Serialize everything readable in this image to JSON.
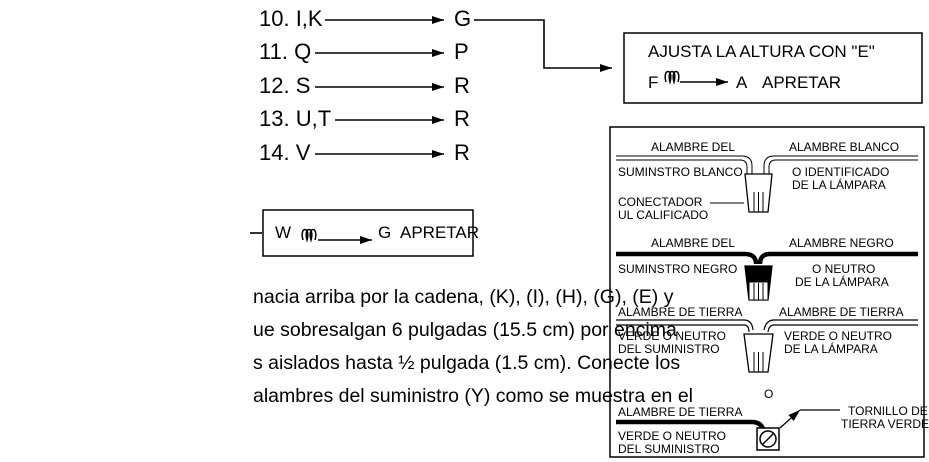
{
  "steps": [
    {
      "left": "10. I,K",
      "right": "G"
    },
    {
      "left": "11. Q",
      "right": "P"
    },
    {
      "left": "12. S",
      "right": "R"
    },
    {
      "left": "13. U,T",
      "right": "R"
    },
    {
      "left": "14. V",
      "right": "R"
    }
  ],
  "w_box": {
    "from": "W",
    "to": "G",
    "action": "APRETAR"
  },
  "height_box": {
    "line1": "AJUSTA LA ALTURA CON \"E\"",
    "from": "F",
    "to": "A",
    "action": "APRETAR"
  },
  "paragraph": [
    "nacia arriba por la cadena, (K), (I), (H), (G), (E) y",
    "ue sobresalgan 6 pulgadas (15.5 cm) por encima",
    "s aislados hasta ½ pulgada (1.5 cm).  Conecte los",
    "alambres del suministro (Y) como se muestra en el"
  ],
  "wiring": {
    "white": {
      "left_top": "ALAMBRE DEL",
      "left_bottom": "SUMINSTRO BLANCO",
      "right_top": "ALAMBRE BLANCO",
      "right_mid": "O IDENTIFICADO",
      "right_bottom": "DE LA LÁMPARA",
      "connector_1": "CONECTADOR",
      "connector_2": "UL CALIFICADO"
    },
    "black": {
      "left_top": "ALAMBRE DEL",
      "left_bottom": "SUMINSTRO NEGRO",
      "right_top": "ALAMBRE NEGRO",
      "right_mid": "O NEUTRO",
      "right_bottom": "DE LA LÁMPARA"
    },
    "ground": {
      "left_top": "ALAMBRE DE TIERRA",
      "left_mid": "VERDE O NEUTRO",
      "left_bottom": "DEL SUMINISTRO",
      "right_top": "ALAMBRE DE TIERRA",
      "right_mid": "VERDE O NEUTRO",
      "right_bottom": "DE LA LÁMPARA"
    },
    "or": "O",
    "screw": {
      "left_top": "ALAMBRE DE TIERRA",
      "left_mid": "VERDE O NEUTRO",
      "left_bottom": "DEL SUMINISTRO",
      "right_1": "TORNILLO DE",
      "right_2": "TIERRA VERDE"
    }
  }
}
